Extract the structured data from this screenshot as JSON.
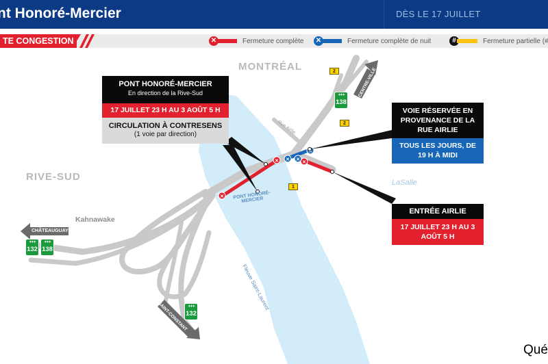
{
  "header": {
    "title": "nt Honoré-Mercier",
    "date": "DÈS LE 17 JUILLET"
  },
  "legend": {
    "congestion": "TE CONGESTION",
    "full_closure": "Fermeture complète",
    "night_closure": "Fermeture complète de nuit",
    "partial_closure": "Fermeture partielle (# vo",
    "partial_symbol": "#",
    "colors": {
      "red": "#e3202d",
      "blue": "#1766b8",
      "yellow": "#ffc20e"
    }
  },
  "places": {
    "montreal": "MONTRÉAL",
    "rive_sud": "RIVE-SUD",
    "lasalle": "LaSalle",
    "kahnawake": "Kahnawake",
    "pont": "PONT HONORÉ-MERCIER",
    "river": "Fleuve Saint-Laurent",
    "rue_airlie": "Rue Airlie"
  },
  "directions": {
    "centre_ville": "CENTRE-VILLE",
    "chateauguay": "CHÂTEAUGUAY",
    "saint_constant": "SAINT-CONSTANT"
  },
  "shields": {
    "r138_north": "138",
    "r132": "132",
    "r138_west": "138",
    "r132_south": "132"
  },
  "lane_signs": [
    "2",
    "2",
    "1"
  ],
  "callout_bridge": {
    "title": "PONT HONORÉ-MERCIER",
    "subtitle": "En direction de la Rive-Sud",
    "dates": "17 JUILLET 23 H AU 3 AOÛT 5 H",
    "contraflow": "CIRCULATION À CONTRESENS",
    "contraflow_note": "(1 voie par direction)"
  },
  "callout_airlie_lane": {
    "title": "VOIE RÉSERVÉE EN PROVENANCE DE LA RUE AIRLIE",
    "schedule": "TOUS LES JOURS, DE 19 H À MIDI"
  },
  "callout_airlie_entry": {
    "title": "ENTRÉE AIRLIE",
    "dates": "17 JUILLET 23 H AU 3 AOÛT 5 H"
  },
  "footer": {
    "logo": "Qué"
  }
}
